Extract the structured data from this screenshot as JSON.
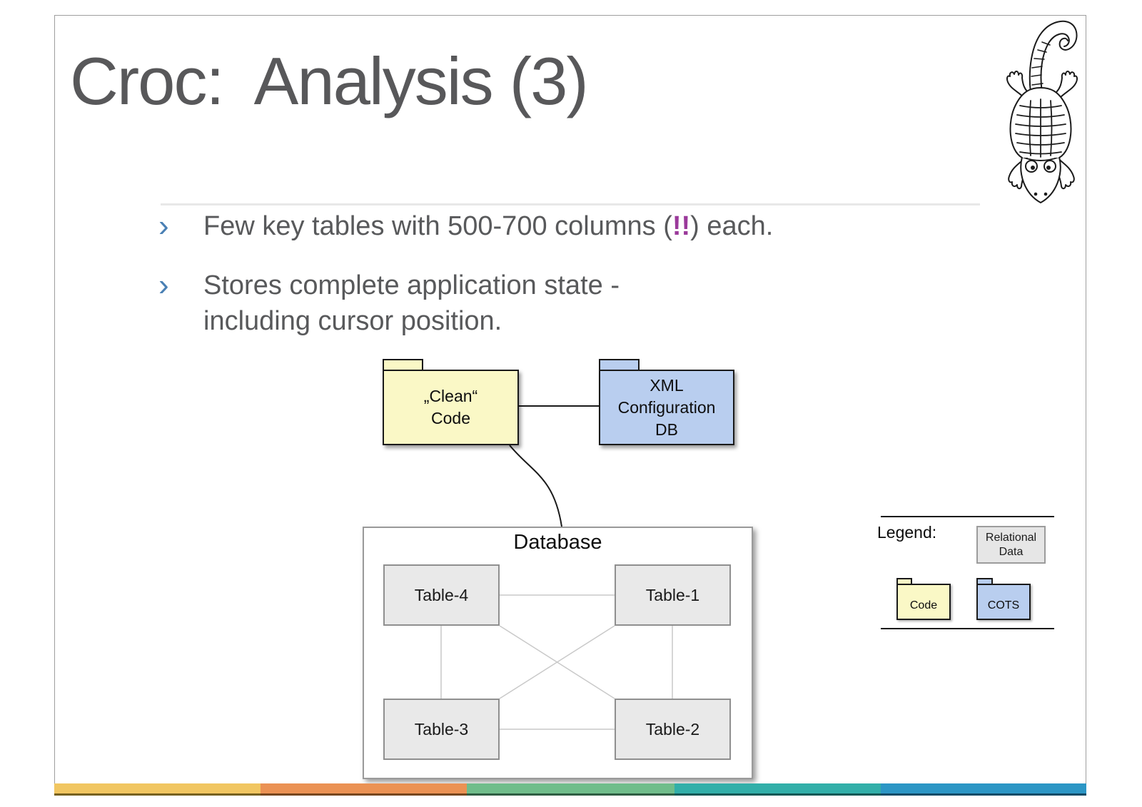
{
  "slide": {
    "title": "Croc:  Analysis (3)"
  },
  "bullets": [
    {
      "marker": "›",
      "prefix": "Few key tables with 500-700 columns (",
      "emphasis": "!!",
      "suffix": ") each."
    },
    {
      "marker": "›",
      "line1": "Stores complete application state -",
      "line2": "including cursor position."
    }
  ],
  "diagram": {
    "clean_code_folder": {
      "line1": "„Clean“",
      "line2": "Code"
    },
    "xml_folder": {
      "line1": "XML",
      "line2": "Configuration",
      "line3": "DB"
    },
    "database": {
      "title": "Database",
      "tables": {
        "t4": "Table-4",
        "t1": "Table-1",
        "t3": "Table-3",
        "t2": "Table-2"
      }
    }
  },
  "legend": {
    "title": "Legend:",
    "relational": {
      "line1": "Relational",
      "line2": "Data"
    },
    "code_label": "Code",
    "cots_label": "COTS"
  },
  "colors": {
    "title_text": "#58585A",
    "body_text": "#58595B",
    "bullet_marker": "#4A80B4",
    "emphasis": "#9B3A9B",
    "folder_yellow": "#FAF8C6",
    "folder_blue": "#B9CEEF",
    "table_gray": "#E9E9E9",
    "stripe": {
      "s1": "#F1C661",
      "s2": "#EB9254",
      "s3": "#70BD8B",
      "s4": "#32AFA9",
      "s5": "#2C96C5"
    },
    "stripe_dark": {
      "s1": "#76611F",
      "s2": "#77461E",
      "s3": "#2E5E42",
      "s4": "#115855",
      "s5": "#114B66"
    }
  }
}
